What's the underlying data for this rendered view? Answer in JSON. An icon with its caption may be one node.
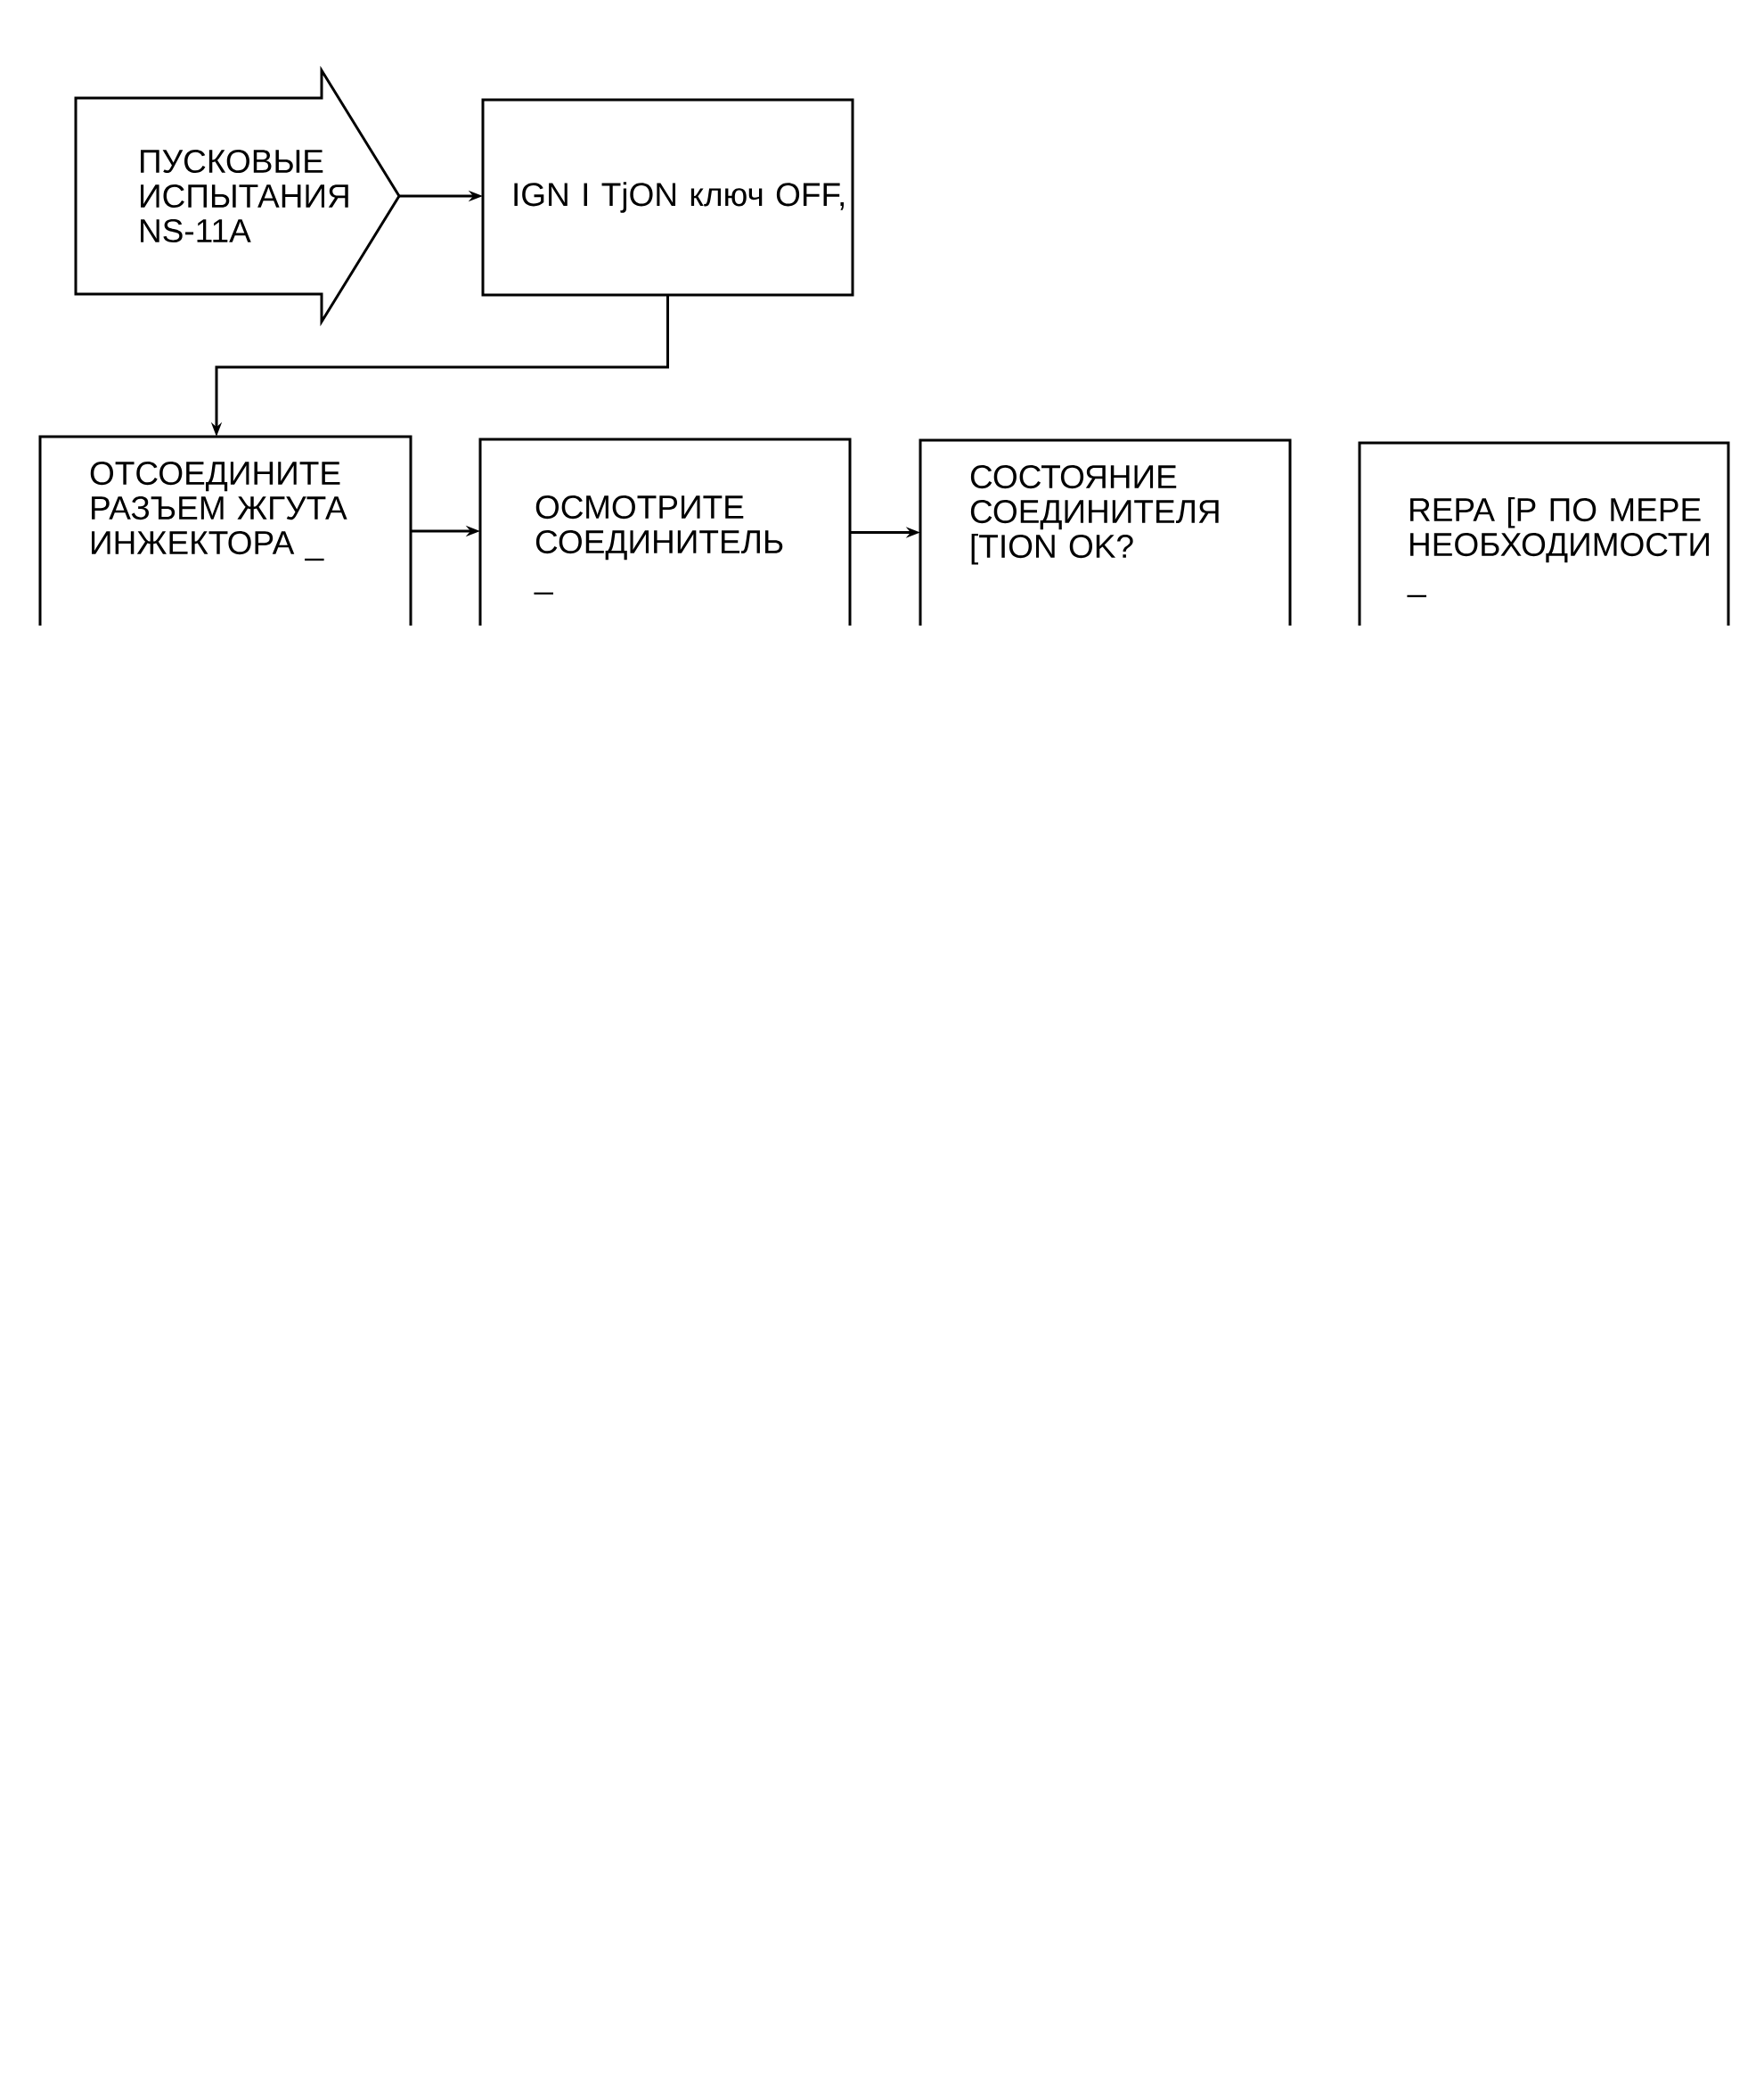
{
  "diagram": {
    "nodes": [
      {
        "text": [
          "ПУСКОВЫЕ ИСПЫТАНИЯ NS-11A"
        ]
      },
      {
        "text": [
          "IGN I TjON ключ OFF,"
        ]
      },
      {
        "text": [
          "ОТСОЕДИНИТЕ РАЗЪЕМ ЖГУТА ИНЖЕКТОРА _"
        ]
      },
      {
        "text": [
          "ОСМОТРИТЕ СОЕДИНИТЕЛЬ _"
        ]
      },
      {
        "text": [
          "СОСТОЯНИЕ СОЕДИНИТЕЛЯ [TION OK?"
        ]
      },
      {
        "text": [
          "REPA [P ПО МЕРЕ НЕОБХОДИМОСТИ _"
        ]
      }
    ],
    "edges": [
      {
        "from": 0,
        "to": 1,
        "arrow": "to"
      },
      {
        "from": 1,
        "to": 2,
        "arrow": "to"
      },
      {
        "from": 2,
        "to": 3,
        "arrow": "to"
      },
      {
        "from": 3,
        "to": 4,
        "arrow": "to"
      }
    ]
  }
}
